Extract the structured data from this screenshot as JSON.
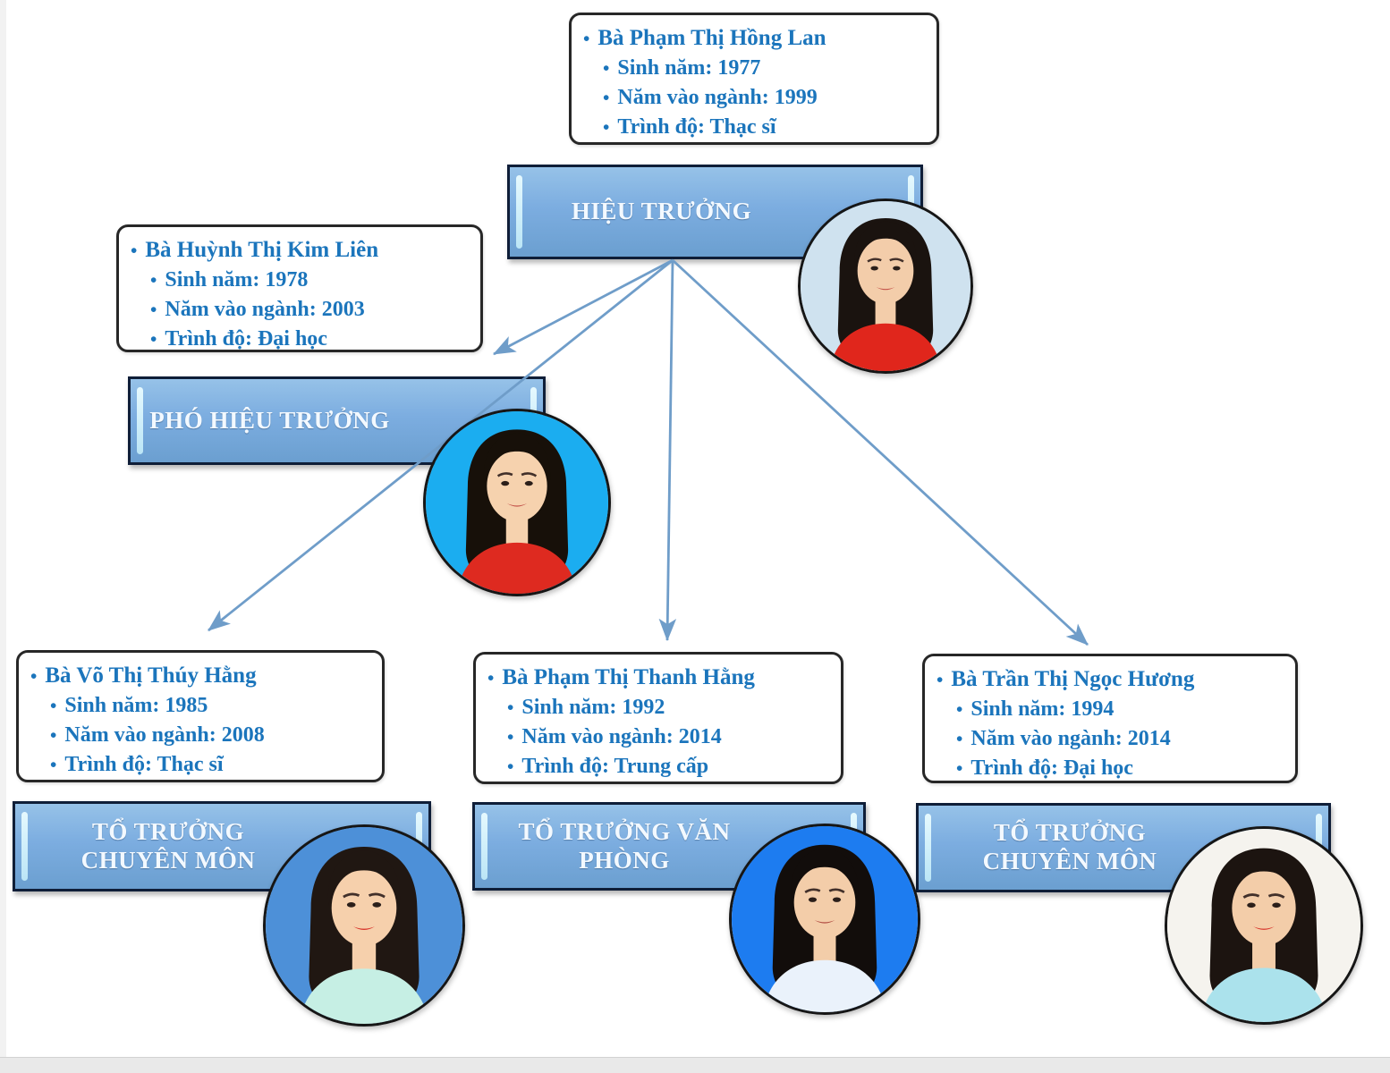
{
  "palette": {
    "box_fill_top": "#96c2e8",
    "box_fill_bottom": "#6b9fd0",
    "box_border": "#0f1e38",
    "box_title_text": "#f3f9ff",
    "info_text": "#1b75bc",
    "info_border": "#272727",
    "arrow": "#6f9dc9",
    "footer_bar": "#e9e9e9"
  },
  "glyphs": {
    "bullet": "•"
  },
  "org": {
    "principal": {
      "title": "HIỆU TRƯỞNG",
      "info": {
        "name": "Bà Phạm Thị Hồng Lan",
        "birth_year": "Sinh năm: 1977",
        "year_joined": "Năm vào ngành: 1999",
        "degree": "Trình độ: Thạc sĩ"
      },
      "photo": {
        "bg": "#cfe2ef",
        "shirt": "#e0261c",
        "hair": "#1a130f",
        "skin": "#f3cdaa"
      }
    },
    "vice_principal": {
      "title": "PHÓ HIỆU TRƯỞNG",
      "info": {
        "name": "Bà Huỳnh Thị Kim Liên",
        "birth_year": "Sinh năm: 1978",
        "year_joined": "Năm vào ngành: 2003",
        "degree": "Trình độ: Đại học"
      },
      "photo": {
        "bg": "#1badf0",
        "shirt": "#de2a20",
        "hair": "#171009",
        "skin": "#f6d2ae"
      }
    },
    "team_leader_1": {
      "title": "TỔ TRƯỞNG CHUYÊN MÔN",
      "info": {
        "name": "Bà Võ Thị Thúy Hằng",
        "birth_year": "Sinh năm: 1985",
        "year_joined": "Năm vào ngành: 2008",
        "degree": "Trình độ: Thạc sĩ"
      },
      "photo": {
        "bg": "#4d90d8",
        "shirt": "#c6efe4",
        "hair": "#201712",
        "skin": "#f6d0ac"
      }
    },
    "team_leader_2": {
      "title": "TỔ TRƯỞNG VĂN PHÒNG",
      "info": {
        "name": "Bà Phạm Thị Thanh Hằng",
        "birth_year": "Sinh năm: 1992",
        "year_joined": "Năm vào ngành: 2014",
        "degree": "Trình độ: Trung cấp"
      },
      "photo": {
        "bg": "#1d7cf0",
        "shirt": "#eaf2fb",
        "hair": "#120d0b",
        "skin": "#f3cda9"
      }
    },
    "team_leader_3": {
      "title": "TỔ TRƯỞNG CHUYÊN MÔN",
      "info": {
        "name": "Bà Trần Thị Ngọc Hương",
        "birth_year": "Sinh năm: 1994",
        "year_joined": "Năm vào ngành: 2014",
        "degree": "Trình độ: Đại học"
      },
      "photo": {
        "bg": "#f5f3ee",
        "shirt": "#abe2ec",
        "hair": "#1c1410",
        "skin": "#f3cda9"
      }
    }
  }
}
